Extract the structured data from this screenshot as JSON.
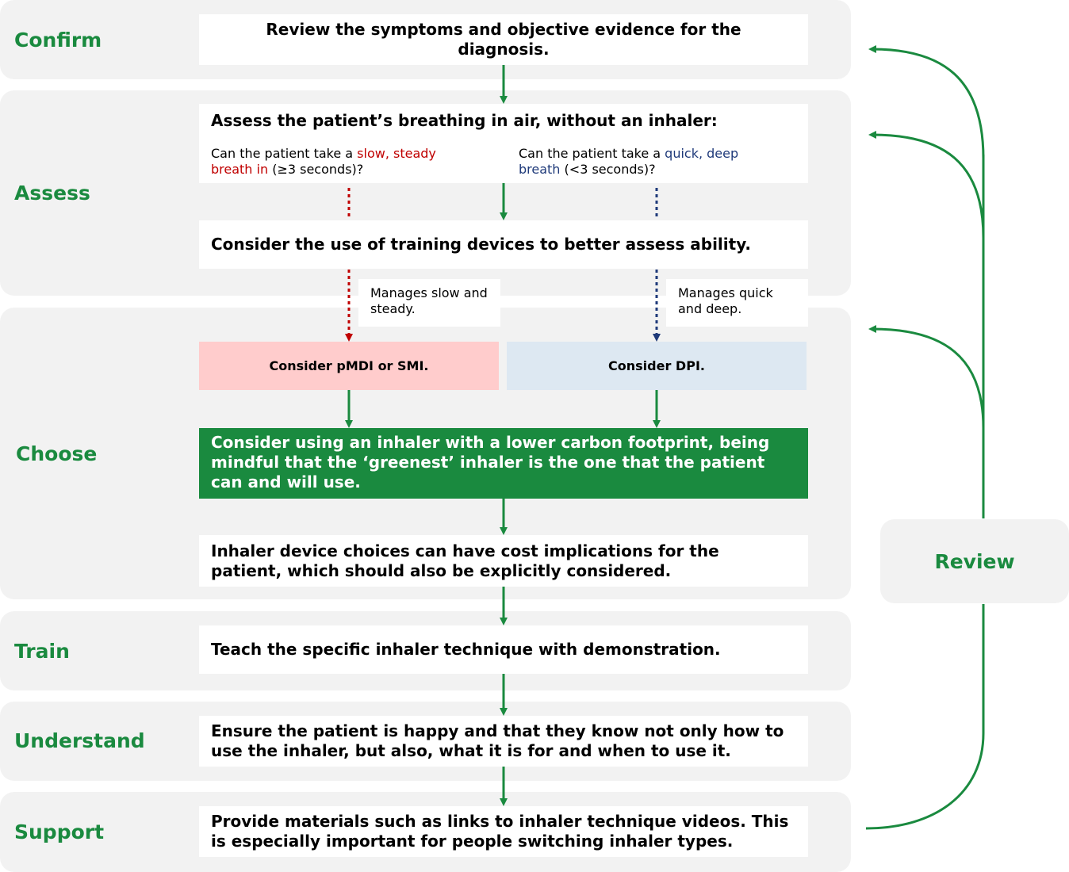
{
  "colors": {
    "green": "#1a8a3f",
    "band": "#f2f2f2",
    "slow_red": "#c00000",
    "quick_navy": "#1f3a7a",
    "pmdi_fill": "#ffcccc",
    "dpi_fill": "#dde8f2"
  },
  "stages": {
    "confirm": "Confirm",
    "assess": "Assess",
    "choose": "Choose",
    "train": "Train",
    "understand": "Understand",
    "support": "Support",
    "review": "Review"
  },
  "boxes": {
    "confirm_text": "Review the symptoms and objective evidence for the diagnosis.",
    "assess_title": "Assess the patient’s breathing in air, without an inhaler:",
    "slow_q": {
      "pre": "Can the patient take a ",
      "highlight": "slow, steady breath in",
      "post": " (≥3 seconds)?"
    },
    "quick_q": {
      "pre": "Can the patient take a ",
      "highlight": "quick, deep breath",
      "post": " (<3 seconds)?"
    },
    "training_devices": "Consider the use of training devices to better assess ability.",
    "manages_slow": "Manages slow and steady.",
    "manages_quick": "Manages quick and deep.",
    "pmdi": "Consider pMDI or SMI.",
    "dpi": "Consider DPI.",
    "green_footprint": "Consider using an inhaler with a lower carbon footprint, being mindful that the ‘greenest’ inhaler is the one that the patient can and will use.",
    "cost": "Inhaler device choices can have cost implications for the patient, which should also be explicitly considered.",
    "train_text": "Teach the specific inhaler technique with demonstration.",
    "understand_text": "Ensure the patient is happy and that they know not only how to use the inhaler, but also, what it is for and when to use it.",
    "support_text": "Provide materials such as links to inhaler technique videos. This is especially important for people switching inhaler types."
  }
}
